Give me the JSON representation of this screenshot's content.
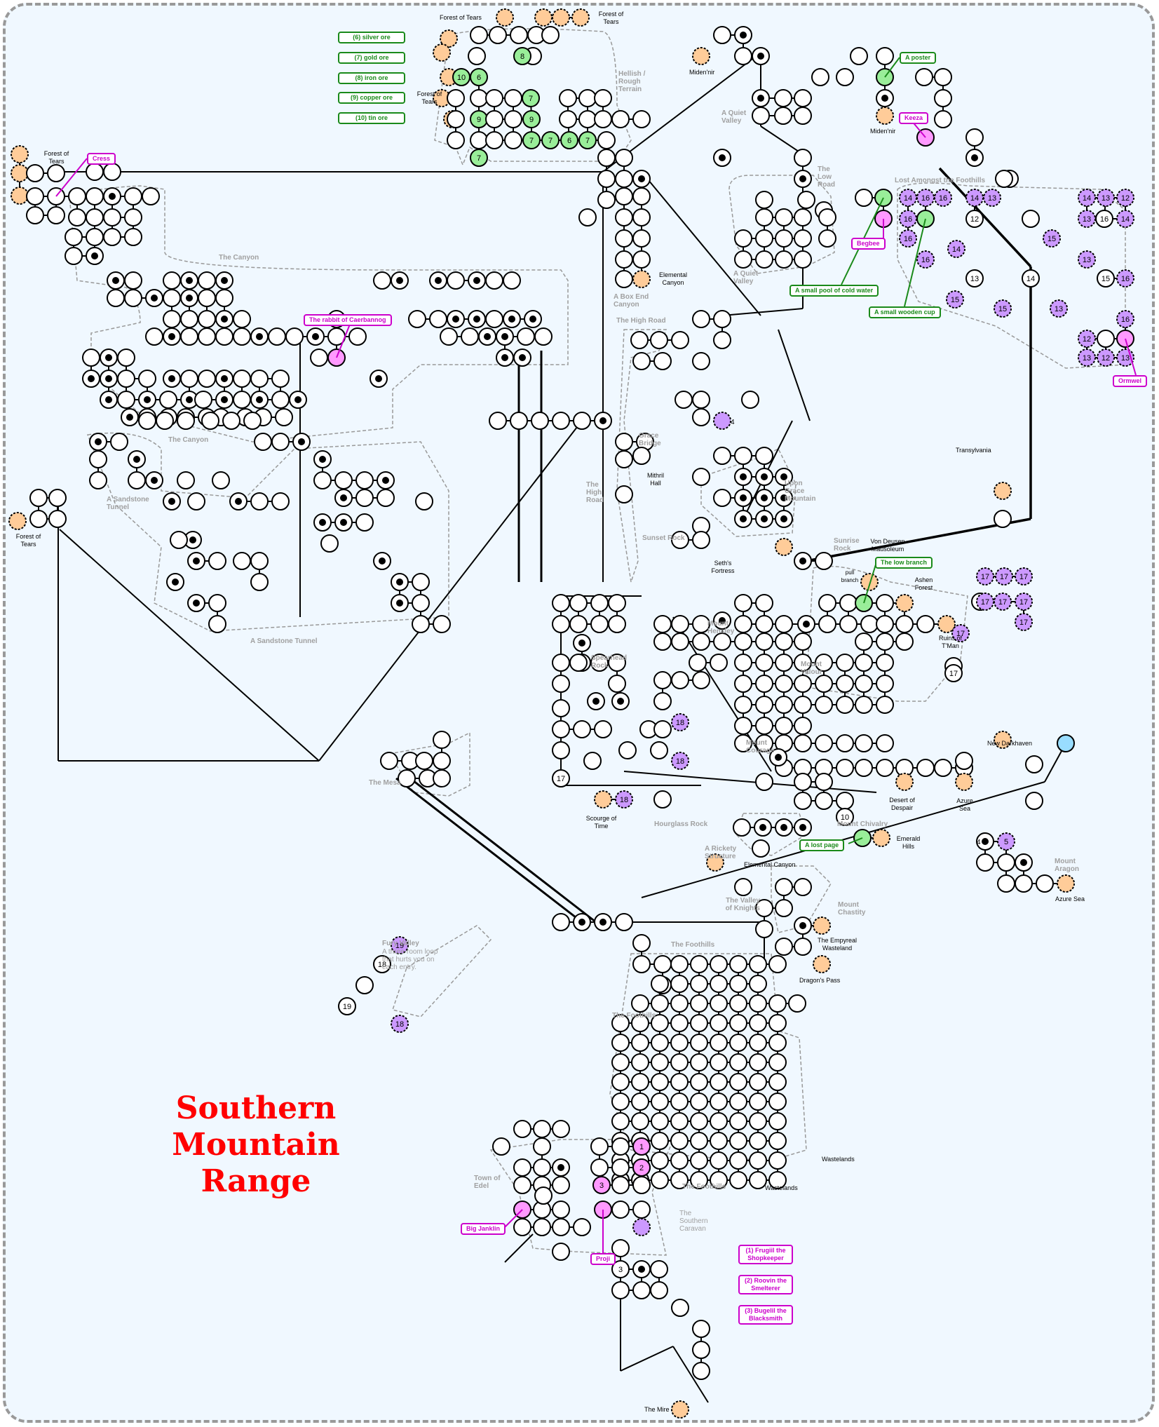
{
  "map_title": [
    "Southern",
    "Mountain",
    "Range"
  ],
  "colors": {
    "background": "#f0f8ff",
    "room_fill": "#ffffff",
    "exit_fill": "#ffcc99",
    "item_fill": "#99ee99",
    "npc_fill": "#ff99ff",
    "special_fill": "#cc99ff",
    "water_fill": "#99ddff",
    "item_text": "#1a8a1a",
    "npc_text": "#cc00cc",
    "area_text": "#a0a0a0"
  },
  "ore_legend": [
    "(6) silver ore",
    "(7) gold ore",
    "(8) iron ore",
    "(9) copper ore",
    "(10) tin ore"
  ],
  "npc_legend": [
    "(1) Frugiil the Shopkeeper",
    "(2) Roovin the Smelterer",
    "(3) Bugelil the Blacksmith"
  ],
  "item_tags": [
    "A poster",
    "A small pool of cold water",
    "A small wooden cup",
    "The low branch",
    "A lost page"
  ],
  "npc_tags": [
    "Cress",
    "The rabbit of Caerbannog",
    "Keeza",
    "Begbee",
    "Ormwel",
    "Big Janklin",
    "Proji"
  ],
  "area_labels": [
    "Hellish / Rough Terrain",
    "A Quiet Valley",
    "The Low Road",
    "Lost Amongst the Foothills",
    "The Canyon",
    "A Box End Canyon",
    "A Quiet Valley",
    "The High Road",
    "Grace Bridge",
    "The Canyon",
    "A Sandstone Tunnel",
    "A Sandstone Tunnel",
    "The High Road",
    "Upon Grace Mountain",
    "Sunset Rock",
    "Sunrise Rock",
    "Mount Hensley",
    "Spearhead Rock",
    "Mount Valour",
    "Mount Courage",
    "The Mesa",
    "Hourglass Rock",
    "Mount Chivalry",
    "A Rickety Structure",
    "The Valley of Knights",
    "Mount Chastity",
    "The Foothills",
    "The Foothills",
    "Mount Aragon",
    "Town of Edel",
    "The Foothills",
    "The Southern Caravan"
  ],
  "exit_labels": [
    "Forest of Tears",
    "Forest of Tears",
    "Forest of Tears",
    "Forest of Tears",
    "Forest of Tears",
    "Miden'nir",
    "Miden'nir",
    "Elemental Canyon",
    "Mithril Hall",
    "Von Deusen Mausoleum",
    "Seth's Fortress",
    "Ashen Forest",
    "Ruins of T'Man",
    "Transylvania",
    "New Darkhaven",
    "Desert of Despair",
    "Azure Sea",
    "Emerald Hills",
    "Elemental Canyon",
    "Scourge of Time",
    "The Empyreal Wasteland",
    "Dragon's Pass",
    "Azure Sea",
    "Wastelands",
    "Wastelands",
    "The Mire"
  ],
  "misc_labels": {
    "pull_branch": "pull branch",
    "four": "4"
  },
  "fury_valley": {
    "title": "Fury Valley",
    "description": "A three-room loop that hurts you on each entry."
  }
}
